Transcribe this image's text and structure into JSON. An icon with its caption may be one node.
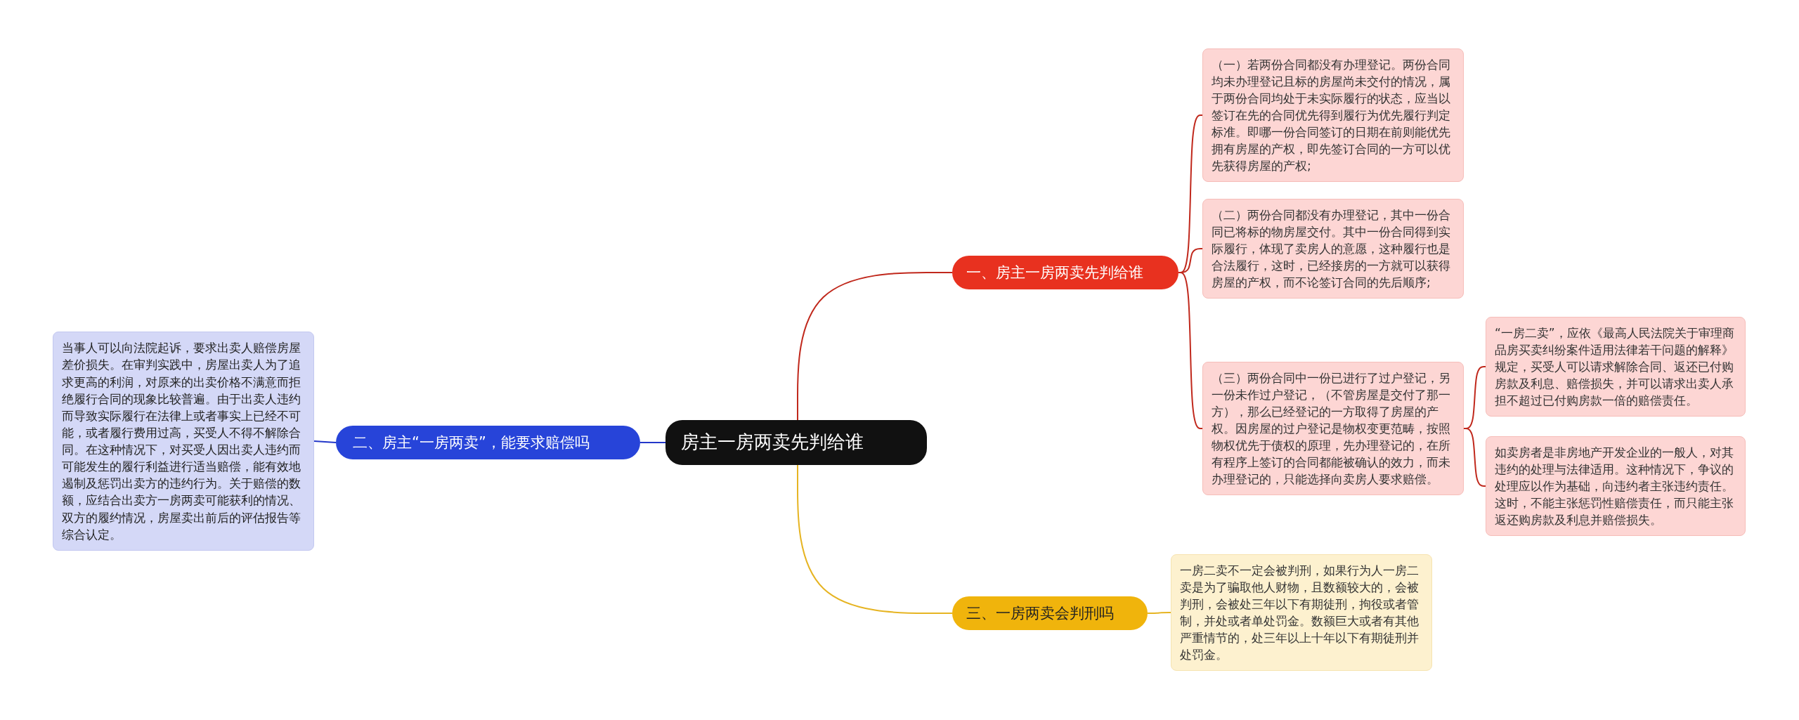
{
  "diagram": {
    "nodes": [
      {
        "text": [
          "房主一房两卖先判给谁"
        ]
      },
      {
        "text": [
          "一、房主一房两卖先判给谁"
        ]
      },
      {
        "text": [
          "（一）若两份合同都没有办理登记。两份合同均未办理登记且标的房屋尚未交付的情况，属于两份合同均处于未实际履行的状态，应当以签订在先的合同优先得到履行为优先履行判定标准。即哪一份合同签订的日期在前则能优先拥有房屋的产权，即先签订合同的一方可以优先获得房屋的产权;"
        ]
      },
      {
        "text": [
          "（二）两份合同都没有办理登记，其中一份合同已将标的物房屋交付。其中一份合同得到实际履行，体现了卖房人的意愿，这种履行也是合法履行，这时，已经接房的一方就可以获得房屋的产权，而不论签订合同的先后顺序;"
        ]
      },
      {
        "text": [
          "（三）两份合同中一份已进行了过户登记，另一份未作过户登记，（不管房屋是交付了那一方），那么已经登记的一方取得了房屋的产权。因房屋的过户登记是物权变更范畴，按照物权优先于债权的原理，先办理登记的，在所有程序上签订的合同都能被确认的效力，而未办理登记的，只能选择向卖房人要求赔偿。"
        ]
      },
      {
        "text": [
          "“一房二卖”，应依《最高人民法院关于审理商品房买卖纠纷案件适用法律若干问题的解释》规定，买受人可以请求解除合同、返还已付购房款及利息、赔偿损失，并可以请求出卖人承担不超过已付购房款一倍的赔偿责任。"
        ]
      },
      {
        "text": [
          "如卖房者是非房地产开发企业的一般人，对其违约的处理与法律适用。这种情况下，争议的处理应以作为基础，向违约者主张违约责任。这时，不能主张惩罚性赔偿责任，而只能主张返还购房款及利息并赔偿损失。"
        ]
      },
      {
        "text": [
          "二、房主“一房两卖”，能要求赔偿吗"
        ]
      },
      {
        "text": [
          "当事人可以向法院起诉，要求出卖人赔偿房屋差价损失。在审判实践中，房屋出卖人为了追求更高的利润，对原来的出卖价格不满意而拒绝履行合同的现象比较普遍。由于出卖人违约而导致实际履行在法律上或者事实上已经不可能，或者履行费用过高，买受人不得不解除合同。在这种情况下，对买受人因出卖人违约而可能发生的履行利益进行适当赔偿，能有效地遏制及惩罚出卖方的违约行为。关于赔偿的数额，应结合出卖方一房两卖可能获利的情况、双方的履约情况，房屋卖出前后的评估报告等综合认定。"
        ]
      },
      {
        "text": [
          "三、一房两卖会判刑吗"
        ]
      },
      {
        "text": [
          "一房二卖不一定会被判刑，如果行为人一房二卖是为了骗取他人财物，且数额较大的，会被判刑，会被处三年以下有期徒刑，拘役或者管制，并处或者单处罚金。数额巨大或者有其他严重情节的，处三年以上十年以下有期徒刑并处罚金。"
        ]
      }
    ],
    "edges": [
      {
        "from": 0,
        "to": 1,
        "arrow": "none"
      },
      {
        "from": 1,
        "to": 2,
        "arrow": "none"
      },
      {
        "from": 1,
        "to": 3,
        "arrow": "none"
      },
      {
        "from": 1,
        "to": 4,
        "arrow": "none"
      },
      {
        "from": 4,
        "to": 5,
        "arrow": "none"
      },
      {
        "from": 4,
        "to": 6,
        "arrow": "none"
      },
      {
        "from": 0,
        "to": 7,
        "arrow": "none",
        "color": "#2338c9"
      },
      {
        "from": 7,
        "to": 8,
        "arrow": "none",
        "color": "#2338c9"
      },
      {
        "from": 0,
        "to": 9,
        "arrow": "none",
        "color": "#e6b422"
      },
      {
        "from": 9,
        "to": 10,
        "arrow": "none",
        "color": "#e6b422"
      }
    ]
  }
}
